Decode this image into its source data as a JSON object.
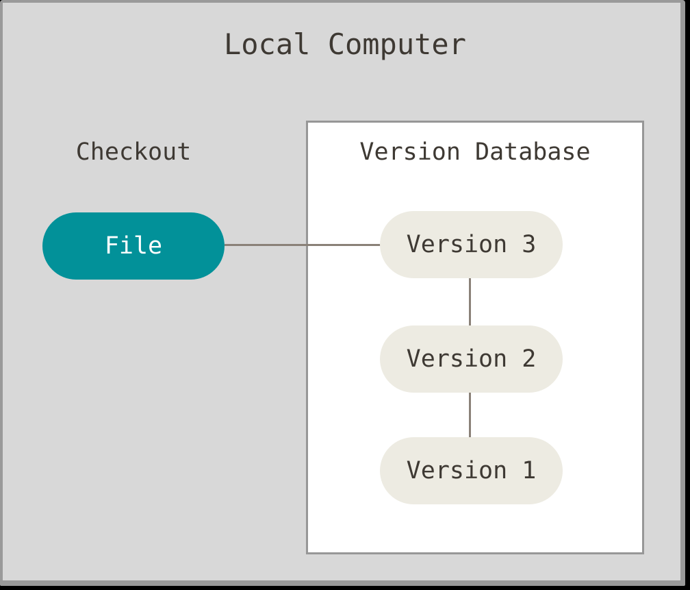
{
  "window": {
    "title": "Local Computer"
  },
  "checkout": {
    "label": "Checkout"
  },
  "file_node": {
    "label": "File"
  },
  "version_database": {
    "title": "Version Database",
    "versions": [
      {
        "label": "Version 3"
      },
      {
        "label": "Version 2"
      },
      {
        "label": "Version 1"
      }
    ]
  },
  "colors": {
    "background": "#d8d8d8",
    "window_border": "#9a9a9a",
    "edge_shadow": "#000000",
    "box_background": "#ffffff",
    "box_border": "#979797",
    "connector": "#8a8178",
    "file_fill": "#029199",
    "file_text": "#ffffff",
    "version_fill": "#edebe2",
    "text": "#3e3933"
  }
}
